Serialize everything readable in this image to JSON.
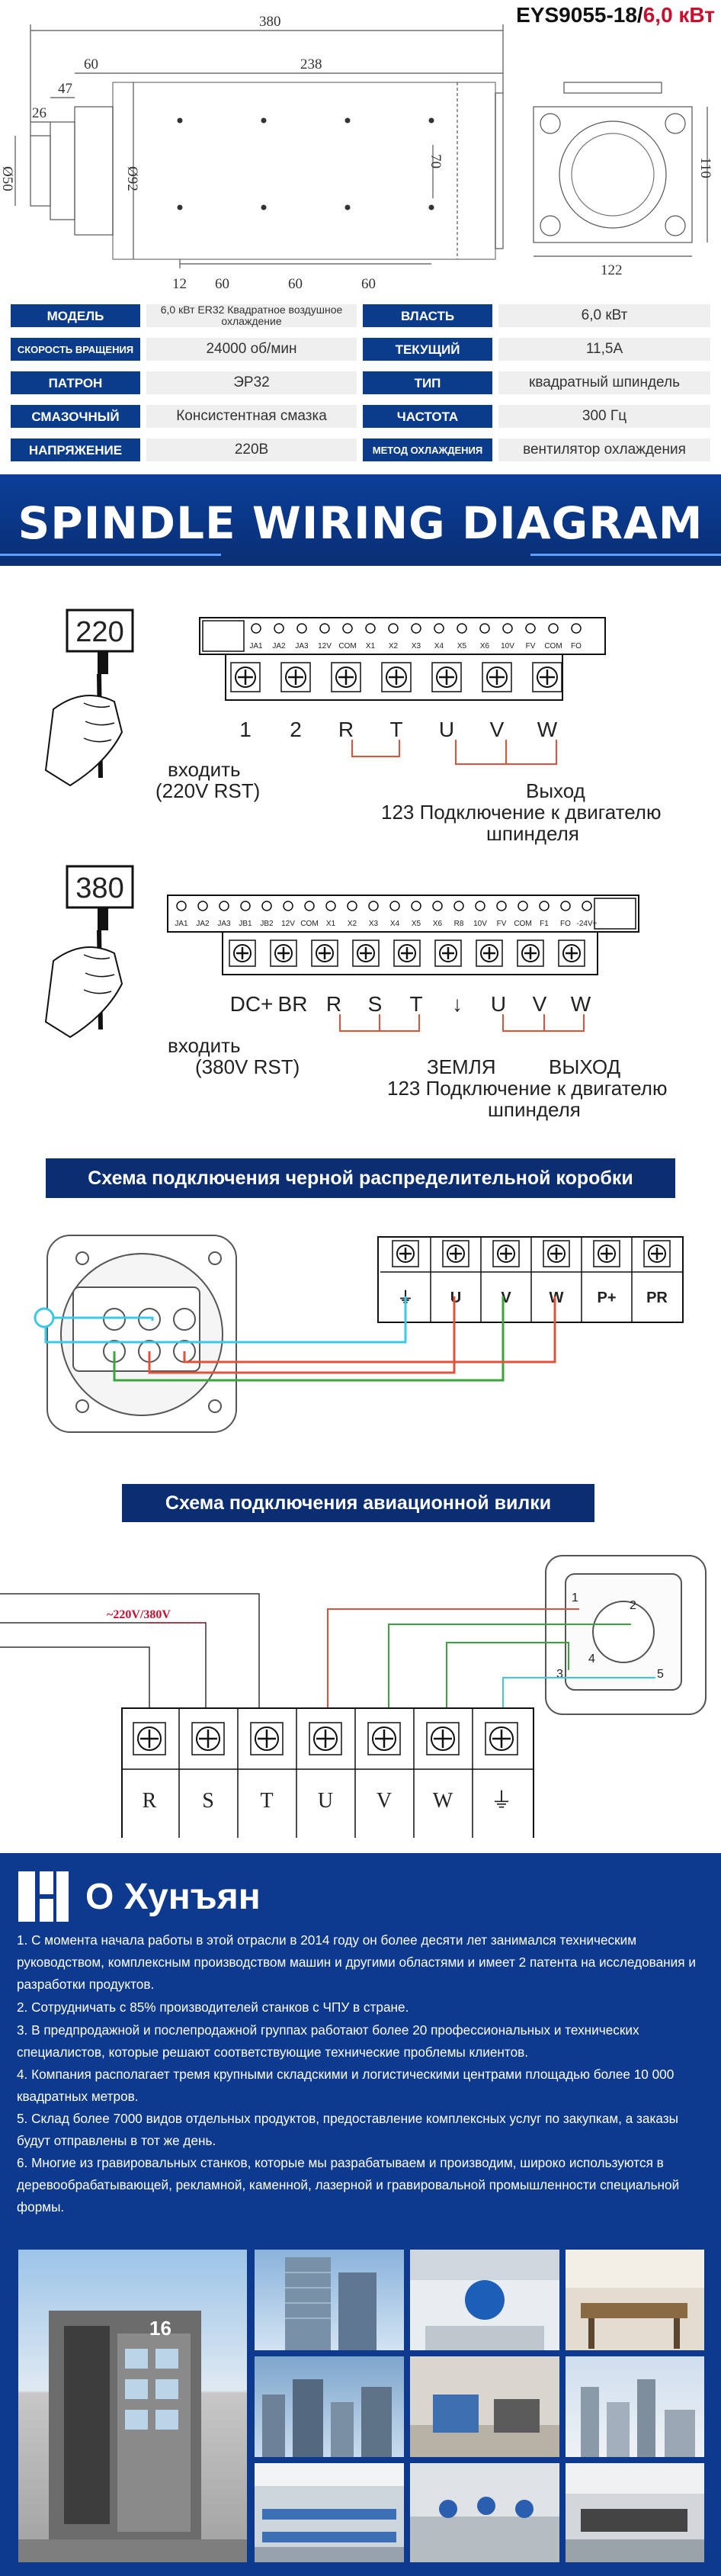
{
  "header": {
    "model": "EYS9055-18/",
    "power": "6,0 кВт"
  },
  "drawing": {
    "dims": {
      "total_length": "380",
      "body_length": "238",
      "front_length": "60",
      "nose_length": "47",
      "nose_step": "26",
      "diam_nose": "Ø50",
      "diam_body": "Ø92",
      "height_70": "70",
      "height_110": "110",
      "width_122": "122",
      "bottom_12": "12",
      "bottom_60a": "60",
      "bottom_60b": "60",
      "bottom_60c": "60"
    }
  },
  "specs": [
    {
      "label": "МОДЕЛЬ",
      "value": "6,0 кВт ER32 Квадратное воздушное охлаждение",
      "label2": "ВЛАСТЬ",
      "value2": "6,0 кВт"
    },
    {
      "label": "СКОРОСТЬ ВРАЩЕНИЯ",
      "value": "24000 об/мин",
      "label2": "ТЕКУЩИЙ",
      "value2": "11,5A"
    },
    {
      "label": "ПАТРОН",
      "value": "ЭР32",
      "label2": "ТИП",
      "value2": "квадратный шпиндель"
    },
    {
      "label": "СМАЗОЧНЫЙ",
      "value": "Консистентная смазка",
      "label2": "ЧАСТОТА",
      "value2": "300 Гц"
    },
    {
      "label": "НАПРЯЖЕНИЕ",
      "value": "220В",
      "label2": "МЕТОД ОХЛАЖДЕНИЯ",
      "value2": "вентилятор охлаждения"
    }
  ],
  "banner": {
    "title": "SPINDLE WIRING DIAGRAM"
  },
  "wiring220": {
    "voltage": "220",
    "top_terms": [
      "JA1",
      "JA2",
      "JA3",
      "12V",
      "COM",
      "X1",
      "X2",
      "X3",
      "X4",
      "X5",
      "X6",
      "10V",
      "FV",
      "COM",
      "FO"
    ],
    "bottom_labels": [
      "1",
      "2",
      "R",
      "T",
      "U",
      "V",
      "W"
    ],
    "input_label": "входить",
    "input_sub": "(220V RST)",
    "output_label": "Выход",
    "output_desc": "123 Подключение к двигателю",
    "output_desc2": "шпинделя"
  },
  "wiring380": {
    "voltage": "380",
    "top_terms": [
      "JA1",
      "JA2",
      "JA3",
      "JB1",
      "JB2",
      "12V",
      "COM",
      "X1",
      "X2",
      "X3",
      "X4",
      "X5",
      "X6",
      "R8",
      "10V",
      "FV",
      "COM",
      "F1",
      "FO",
      "-24V+"
    ],
    "bottom_labels": [
      "DC+",
      "BR",
      "R",
      "S",
      "T",
      "↓",
      "U",
      "V",
      "W"
    ],
    "input_label": "входить",
    "input_sub": "(380V RST)",
    "ground_label": "ЗЕМЛЯ",
    "output_label": "ВЫХОД",
    "output_desc": "123 Подключение к двигателю",
    "output_desc2": "шпинделя"
  },
  "black_box": {
    "title": "Схема подключения черной распределительной коробки",
    "terms": [
      "⏚",
      "U",
      "V",
      "W",
      "P+",
      "PR"
    ]
  },
  "aviation": {
    "title": "Схема подключения авиационной вилки",
    "supply": "~220V/380V",
    "terms": [
      "R",
      "S",
      "T",
      "U",
      "V",
      "W",
      "⏚"
    ],
    "pins": [
      "1",
      "2",
      "3",
      "4",
      "5"
    ]
  },
  "company": {
    "title": "О Хунъян",
    "paragraphs": [
      "1. С момента начала работы в этой отрасли в 2014 году он более десяти лет занимался техническим руководством, комплексным производством машин и другими областями и имеет 2 патента на исследования и разработки продуктов.",
      "2. Сотрудничать с 85% производителей станков с ЧПУ в стране.",
      "3. В предпродажной и послепродажной группах работают более 20 профессиональных и технических специалистов, которые решают соответствующие технические проблемы клиентов.",
      "4. Компания располагает тремя крупными складскими и логистическими центрами площадью более 10 000 квадратных метров.",
      "5. Склад более 7000 видов отдельных продуктов, предоставление комплексных услуг по закупкам, а заказы будут отправлены в тот же день.",
      "6. Многие из гравировальных станков, которые мы разрабатываем и производим, широко используются в деревообрабатывающей, рекламной, каменной, лазерной и гравировальной промышленности специальной формы."
    ],
    "building_number": "16"
  },
  "colors": {
    "navy": "#0b3c8c",
    "red": "#c8102e",
    "wire_red": "#e0533a",
    "wire_cyan": "#3fc7e6",
    "wire_green": "#3aa53a"
  }
}
